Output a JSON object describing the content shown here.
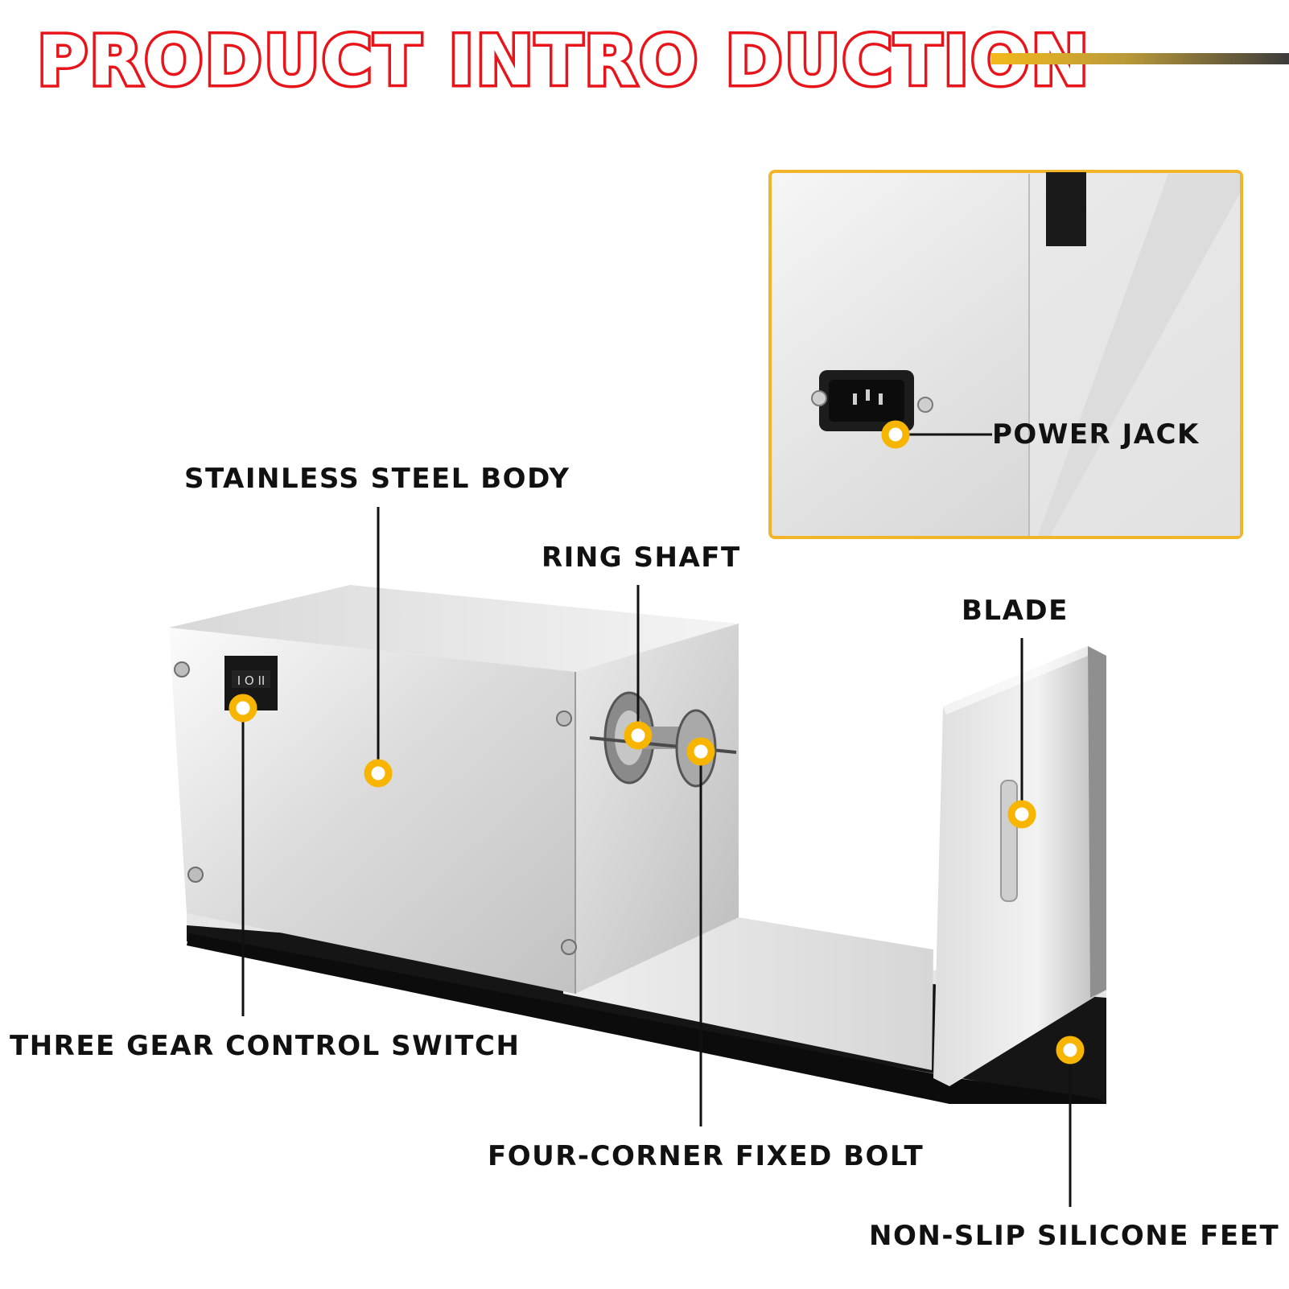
{
  "header": {
    "title": "PRODUCT INTRO DUCTION",
    "title_color": "#e8141a",
    "rule_colors": [
      "#f3b91c",
      "#3b3b3b"
    ]
  },
  "callouts": {
    "stainless_steel_body": "STAINLESS STEEL BODY",
    "ring_shaft": "RING SHAFT",
    "blade": "BLADE",
    "power_jack": "POWER JACK",
    "three_gear_control_switch": "THREE GEAR CONTROL SWITCH",
    "four_corner_fixed_bolt": "FOUR-CORNER FIXED BOLT",
    "non_slip_silicone_feet": "NON-SLIP SILICONE FEET"
  },
  "switch": {
    "marking": "I O II"
  },
  "colors": {
    "marker": "#f7b500",
    "inset_border": "#f2b52a",
    "steel_light": "#f2f2f2",
    "steel_mid": "#c9c9c9",
    "base_black": "#151515"
  }
}
